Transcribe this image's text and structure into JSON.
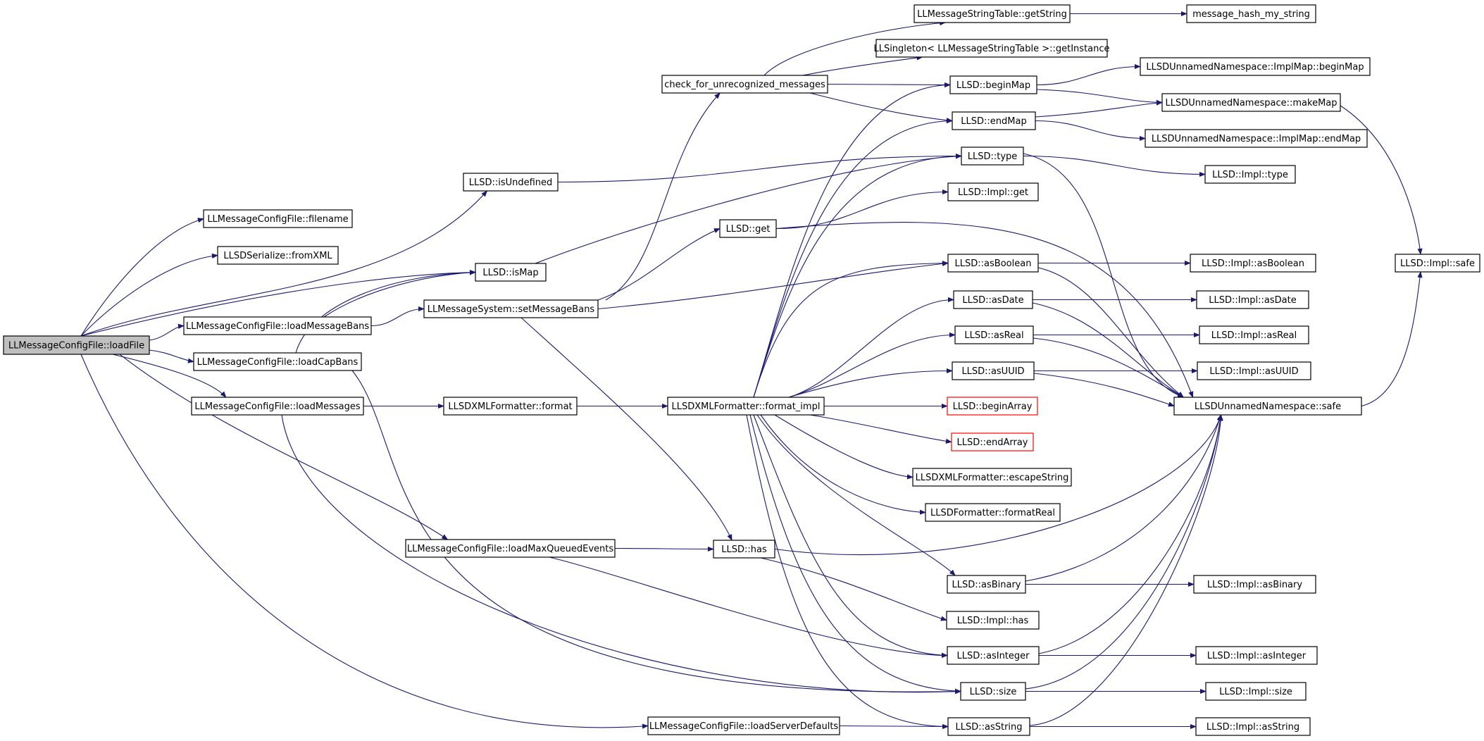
{
  "colors": {
    "edge": "#191970",
    "node_border": "#000000",
    "root_fill": "#bfbfbf",
    "incomplete_border": "#ff0000"
  },
  "nodes": {
    "loadFile": "LLMessageConfigFile::loadFile",
    "filename": "LLMessageConfigFile::filename",
    "fromXML": "LLSDSerialize::fromXML",
    "isUndefined": "LLSD::isUndefined",
    "isMap": "LLSD::isMap",
    "loadMessageBans": "LLMessageConfigFile::loadMessageBans",
    "loadCapBans": "LLMessageConfigFile::loadCapBans",
    "loadMessages": "LLMessageConfigFile::loadMessages",
    "loadMaxQueuedEvents": "LLMessageConfigFile::loadMaxQueuedEvents",
    "loadServerDefaults": "LLMessageConfigFile::loadServerDefaults",
    "setMessageBans": "LLMessageSystem::setMessageBans",
    "xmlFormat": "LLSDXMLFormatter::format",
    "formatImpl": "LLSDXMLFormatter::format_impl",
    "checkUnrecognized": "check_for_unrecognized_messages",
    "get": "LLSD::get",
    "has": "LLSD::has",
    "getString": "LLMessageStringTable::getString",
    "hashString": "message_hash_my_string",
    "getInstance": "LLSingleton< LLMessageStringTable >::getInstance",
    "beginMap": "LLSD::beginMap",
    "endMap": "LLSD::endMap",
    "type": "LLSD::type",
    "implGet": "LLSD::Impl::get",
    "asBoolean": "LLSD::asBoolean",
    "asDate": "LLSD::asDate",
    "asReal": "LLSD::asReal",
    "asUUID": "LLSD::asUUID",
    "beginArray": "LLSD::beginArray",
    "endArray": "LLSD::endArray",
    "escapeString": "LLSDXMLFormatter::escapeString",
    "formatReal": "LLSDFormatter::formatReal",
    "asBinary": "LLSD::asBinary",
    "implHas": "LLSD::Impl::has",
    "asInteger": "LLSD::asInteger",
    "size": "LLSD::size",
    "asString": "LLSD::asString",
    "implMapBegin": "LLSDUnnamedNamespace::ImplMap::beginMap",
    "makeMap": "LLSDUnnamedNamespace::makeMap",
    "implMapEnd": "LLSDUnnamedNamespace::ImplMap::endMap",
    "implType": "LLSD::Impl::type",
    "implAsBoolean": "LLSD::Impl::asBoolean",
    "implAsDate": "LLSD::Impl::asDate",
    "implAsReal": "LLSD::Impl::asReal",
    "implAsUUID": "LLSD::Impl::asUUID",
    "safe": "LLSDUnnamedNamespace::safe",
    "implAsBinary": "LLSD::Impl::asBinary",
    "implAsInteger": "LLSD::Impl::asInteger",
    "implSize": "LLSD::Impl::size",
    "implAsString": "LLSD::Impl::asString",
    "implSafe": "LLSD::Impl::safe"
  }
}
